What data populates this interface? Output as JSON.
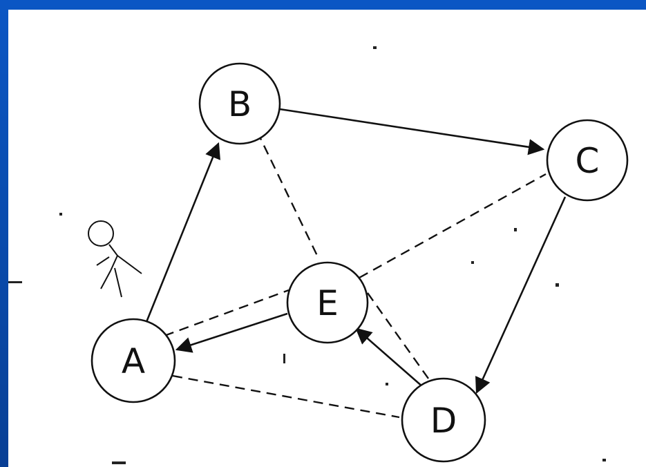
{
  "diagram": {
    "nodes": [
      {
        "id": "A",
        "label": "A"
      },
      {
        "id": "B",
        "label": "B"
      },
      {
        "id": "C",
        "label": "C"
      },
      {
        "id": "D",
        "label": "D"
      },
      {
        "id": "E",
        "label": "E"
      }
    ],
    "edges_directed": [
      {
        "from": "A",
        "to": "B",
        "style": "solid"
      },
      {
        "from": "B",
        "to": "C",
        "style": "solid"
      },
      {
        "from": "C",
        "to": "D",
        "style": "solid"
      },
      {
        "from": "D",
        "to": "E",
        "style": "solid"
      },
      {
        "from": "E",
        "to": "A",
        "style": "solid"
      }
    ],
    "edges_undirected": [
      {
        "from": "B",
        "to": "E",
        "style": "dashed"
      },
      {
        "from": "E",
        "to": "C",
        "style": "dashed"
      },
      {
        "from": "A",
        "to": "E",
        "style": "dashed"
      },
      {
        "from": "A",
        "to": "D",
        "style": "dashed"
      },
      {
        "from": "E",
        "to": "D",
        "style": "dashed"
      }
    ],
    "figure_icon": "stick-figure-icon",
    "colors": {
      "frame": "#0a4fb0",
      "background": "#ffffff",
      "ink": "#111111"
    }
  }
}
